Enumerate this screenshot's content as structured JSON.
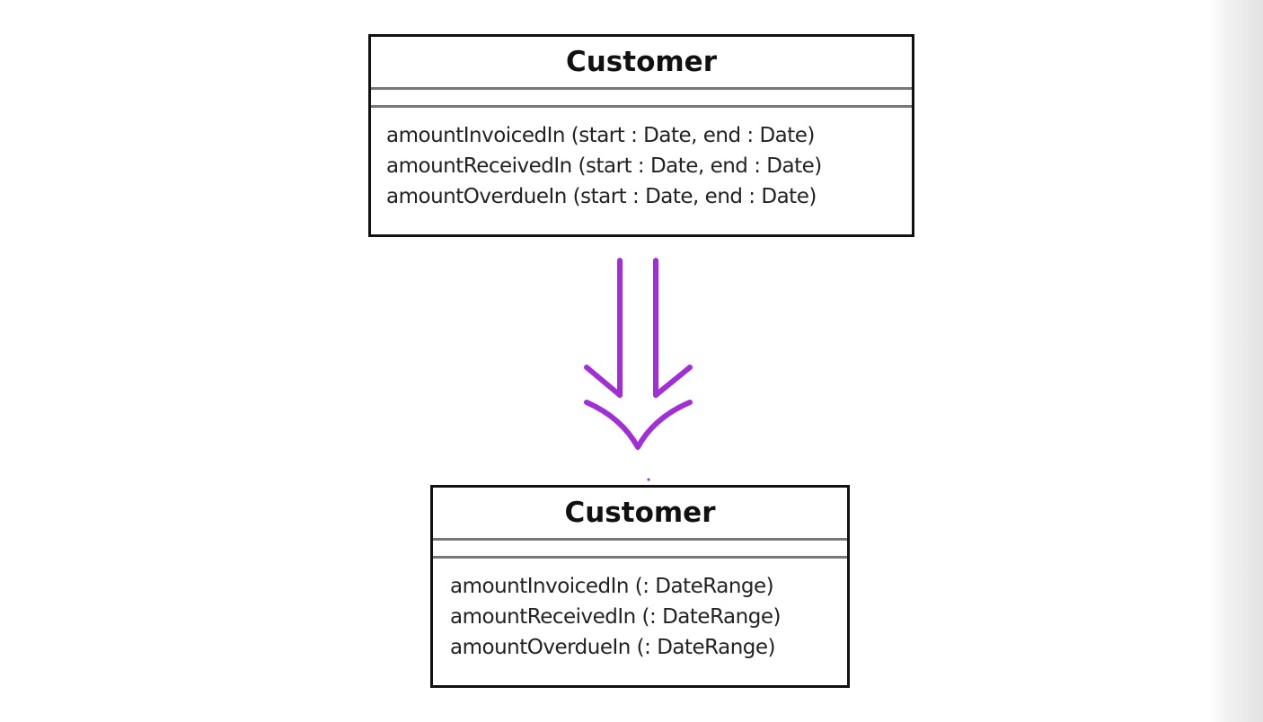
{
  "diagram": {
    "arrow_color": "#a12fd6",
    "before": {
      "name": "Customer",
      "operations": [
        "amountInvoicedIn (start : Date, end : Date)",
        "amountReceivedIn (start : Date, end : Date)",
        "amountOverdueIn (start : Date, end : Date)"
      ]
    },
    "after": {
      "name": "Customer",
      "operations": [
        "amountInvoicedIn (: DateRange)",
        "amountReceivedIn (: DateRange)",
        "amountOverdueIn (: DateRange)"
      ]
    }
  }
}
